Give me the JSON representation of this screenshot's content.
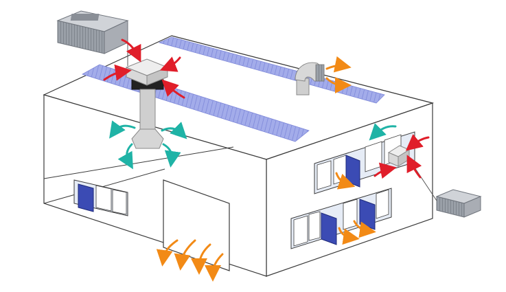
{
  "diagram": {
    "description_visible_text": [],
    "colors": {
      "wall_fill": "#ffffff",
      "wall_stroke": "#3a3a3a",
      "skylight": "#9fa8e8",
      "skylight_stripe": "#7c86d8",
      "window_frame": "#e6ecf6",
      "window_glass": "#ffffff",
      "open_sash": "#3b4bb4",
      "duct": "#cfcfcf",
      "cooler_body": "#b8bcc2",
      "cooler_dark": "#6f747c",
      "arrow_supply": "#e01e2a",
      "arrow_indoor": "#1fb3a6",
      "arrow_exhaust": "#f28a16"
    },
    "components": [
      "evaporative-air-cooler-left",
      "evaporative-air-cooler-right",
      "roof-intake-box",
      "supply-duct",
      "air-diffuser",
      "roof-exhaust-vent",
      "wall-air-inlet-box",
      "side-windows",
      "front-windows",
      "door-opening"
    ],
    "arrow_groups": [
      {
        "name": "supply-air",
        "color": "arrow_supply"
      },
      {
        "name": "indoor-air",
        "color": "arrow_indoor"
      },
      {
        "name": "exhaust-air",
        "color": "arrow_exhaust"
      }
    ]
  }
}
